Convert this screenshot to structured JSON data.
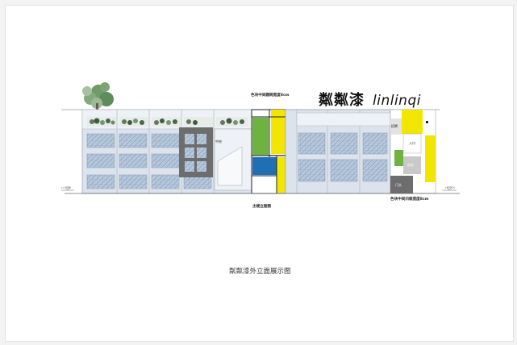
{
  "drawing": {
    "caption": "粼粼漆外立面展示图",
    "main_elevation_label": "主楼立面图",
    "color_block_note_top": "色块中间圆碗宽度8cm",
    "color_block_note_bottom": "色块中间凹框宽度8cm",
    "logo_cn": "粼粼漆",
    "logo_en": "linlinqi",
    "label_mid_window": "中央",
    "label_signage": "招牌",
    "label_entry": "入口",
    "label_small_1": "标志",
    "label_small_2": "门头",
    "level_left": "±0.000",
    "level_right": "±0.000"
  },
  "colors": {
    "green": "#6db33f",
    "yellow": "#f2e500",
    "blue": "#1f6fb5",
    "glass": "#aabfd6",
    "dark_grey": "#6d6d6d",
    "mid_grey": "#8f8f8f",
    "light_grey": "#c9c9c9"
  }
}
